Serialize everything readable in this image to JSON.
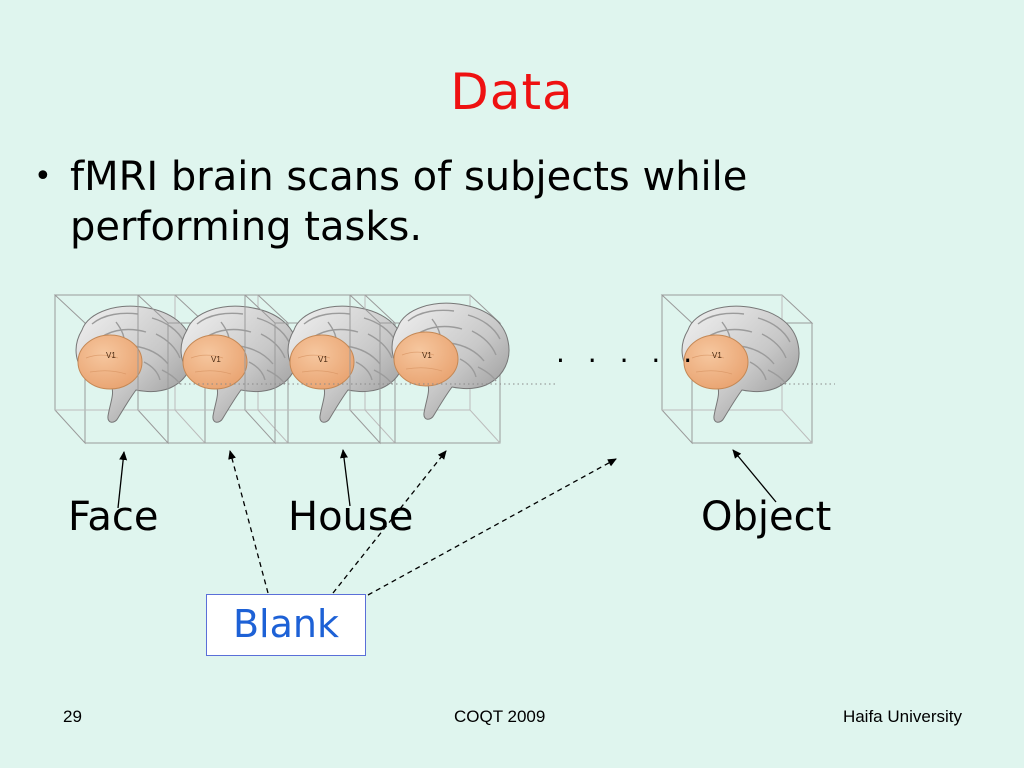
{
  "slide": {
    "title": "Data",
    "bullets": [
      "fMRI brain scans of subjects while performing tasks."
    ]
  },
  "figure": {
    "scan_region_label": "V1",
    "continuation": ". . . . .",
    "labels": {
      "face": "Face",
      "house": "House",
      "object": "Object"
    },
    "blank_box": {
      "label": "Blank"
    }
  },
  "footer": {
    "page_number": "29",
    "center": "COQT 2009",
    "right": "Haifa University"
  },
  "colors": {
    "background": "#dff5ee",
    "title": "#ee1111",
    "blank_text": "#1d61d6",
    "blank_border": "#5a6fd8",
    "v1_region": "#f2b78a"
  }
}
